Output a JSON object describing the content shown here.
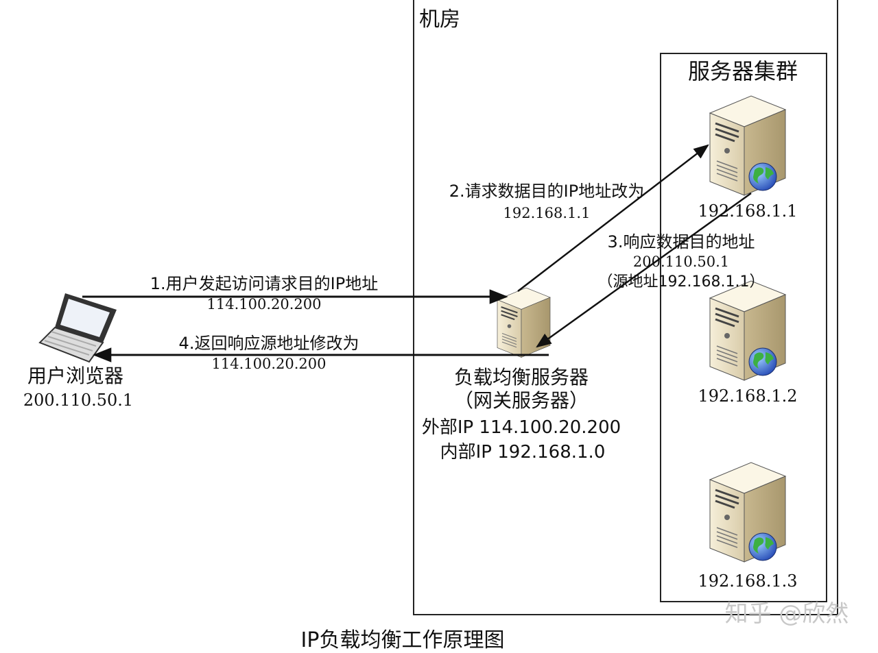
{
  "title": "IP负载均衡工作原理图",
  "watermark": "知乎 @欣然",
  "room": {
    "label": "机房"
  },
  "cluster": {
    "label": "服务器集群",
    "servers": [
      {
        "ip": "192.168.1.1"
      },
      {
        "ip": "192.168.1.2"
      },
      {
        "ip": "192.168.1.3"
      }
    ]
  },
  "client": {
    "name": "用户浏览器",
    "ip": "200.110.50.1"
  },
  "load_balancer": {
    "name": "负载均衡服务器",
    "subtitle": "（网关服务器）",
    "external_ip": "外部IP 114.100.20.200",
    "internal_ip": "内部IP 192.168.1.0"
  },
  "steps": [
    {
      "label": "1.用户发起访问请求目的IP地址",
      "detail": "114.100.20.200"
    },
    {
      "label": "2.请求数据目的IP地址改为",
      "detail": "192.168.1.1"
    },
    {
      "label": "3.响应数据目的地址",
      "detail": "200.110.50.1",
      "extra": "（源地址192.168.1.1）"
    },
    {
      "label": "4.返回响应源地址修改为",
      "detail": "114.100.20.200"
    }
  ]
}
